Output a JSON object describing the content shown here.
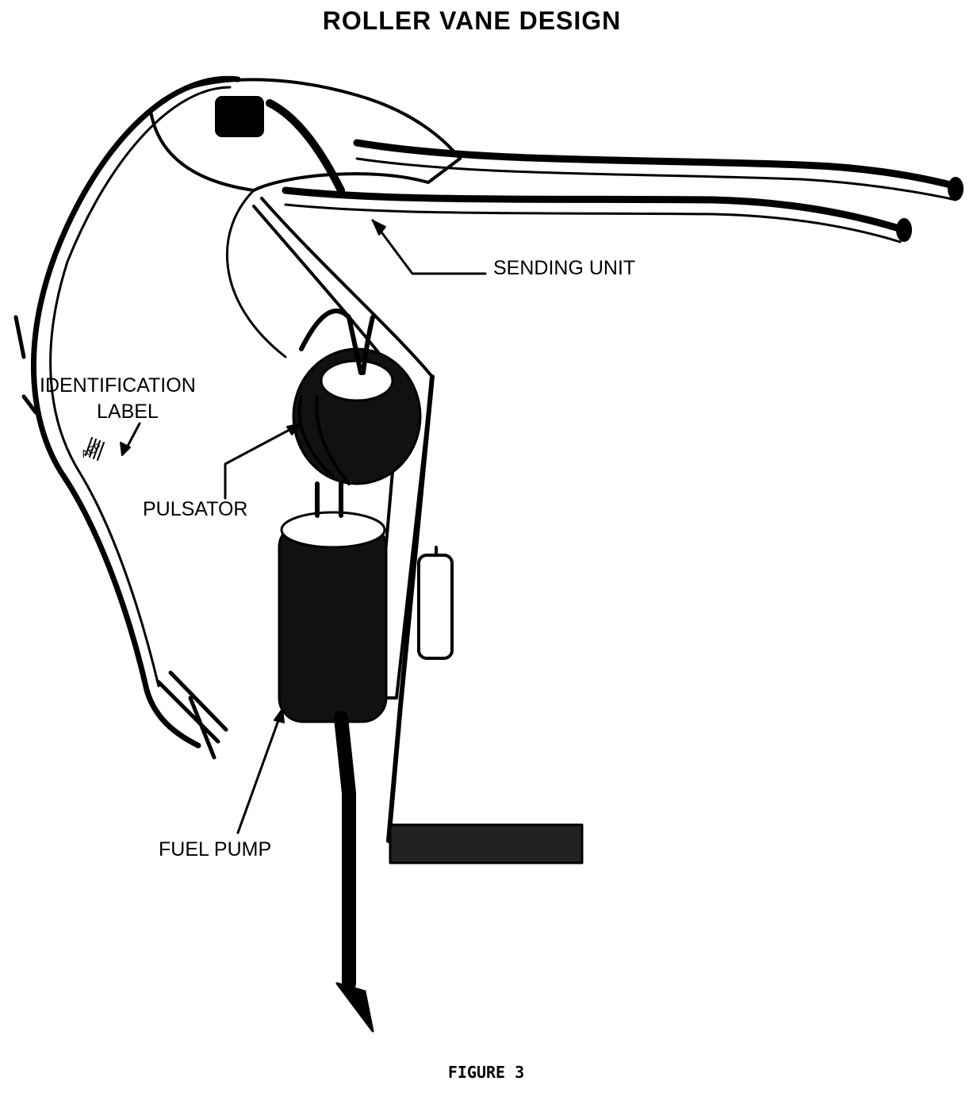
{
  "title": "ROLLER VANE DESIGN",
  "callouts": {
    "sending_unit": "SENDING UNIT",
    "identification_label_line1": "IDENTIFICATION",
    "identification_label_line2": "LABEL",
    "pulsator": "PULSATOR",
    "fuel_pump": "FUEL PUMP"
  },
  "label_tag": "AEP",
  "caption": "FIGURE 3"
}
